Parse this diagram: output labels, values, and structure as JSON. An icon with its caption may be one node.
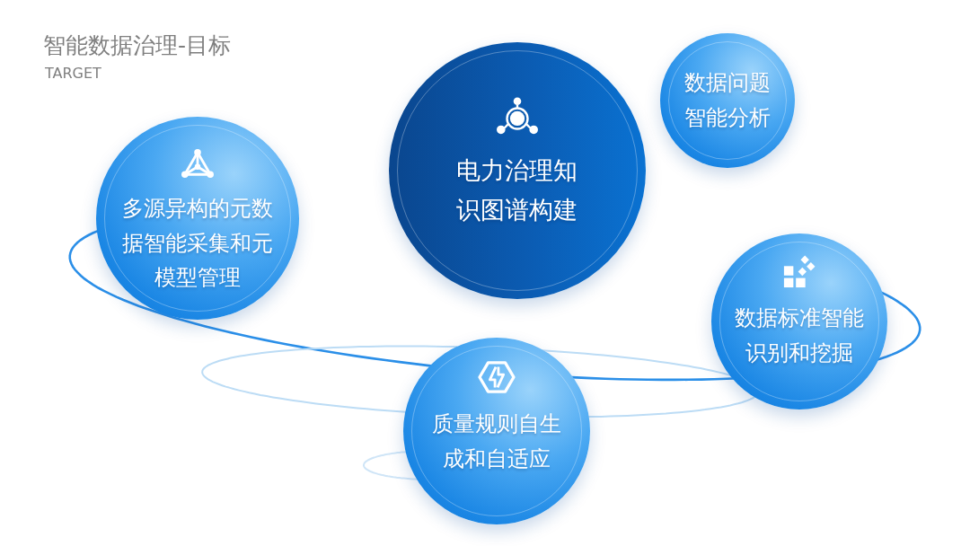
{
  "diagram": {
    "title": "智能数据治理-目标",
    "nodes": [
      {
        "text": [
          "多源异构的元数据智能采集和元模型管理"
        ]
      },
      {
        "text": [
          "电力治理知识图谱构建"
        ]
      },
      {
        "text": [
          "数据问题智能分析"
        ]
      },
      {
        "text": [
          "数据标准智能识别和挖掘"
        ]
      },
      {
        "text": [
          "质量规则自生成和自适应"
        ]
      }
    ],
    "labels": [
      "TARGET"
    ]
  }
}
